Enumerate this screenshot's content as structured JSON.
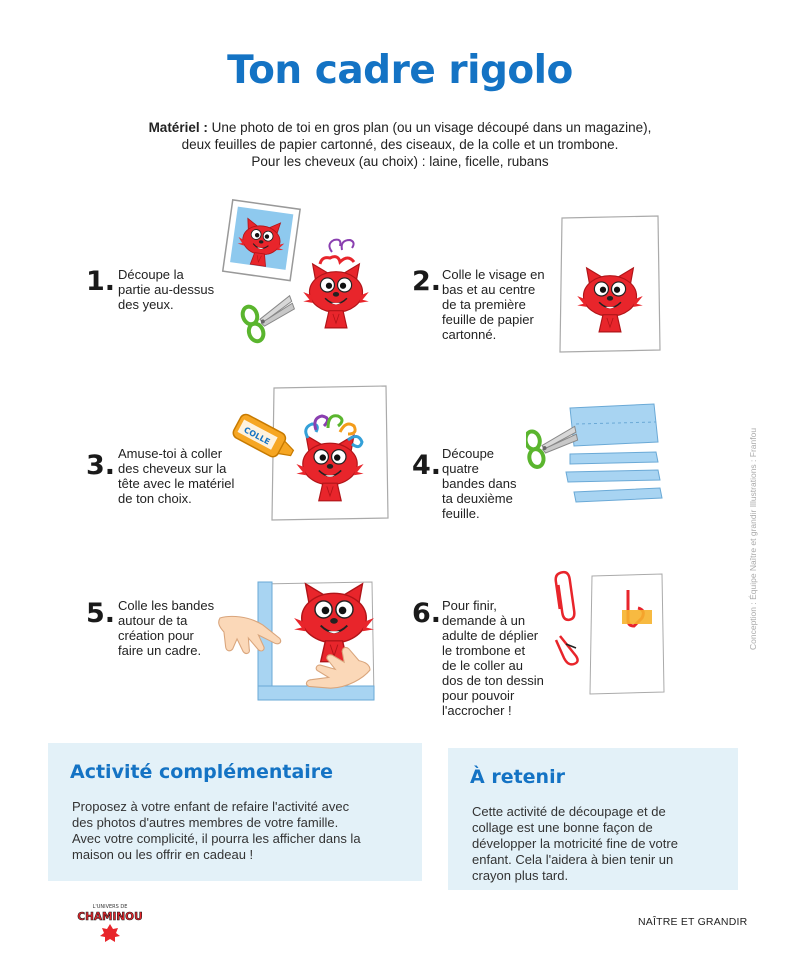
{
  "title": "Ton cadre rigolo",
  "materials": {
    "label": "Matériel :",
    "line1": "Une photo de toi en gros plan (ou un visage découpé dans un magazine),",
    "line2": "deux feuilles de papier cartonné, des ciseaux, de la colle et un trombone.",
    "line3": "Pour les cheveux (au choix) : laine, ficelle, rubans"
  },
  "steps": [
    {
      "number": "1.",
      "lines": [
        "Découpe la",
        "partie au-dessus",
        "des yeux."
      ]
    },
    {
      "number": "2.",
      "lines": [
        "Colle le visage en",
        "bas et au centre",
        "de ta première",
        "feuille de papier",
        "cartonné."
      ]
    },
    {
      "number": "3.",
      "lines": [
        "Amuse-toi à coller",
        "des cheveux sur la",
        "tête avec le matériel",
        "de ton choix."
      ]
    },
    {
      "number": "4.",
      "lines": [
        "Découpe",
        "quatre",
        "bandes dans",
        "ta deuxième",
        "feuille."
      ]
    },
    {
      "number": "5.",
      "lines": [
        "Colle les bandes",
        "autour de ta",
        "création pour",
        "faire un cadre."
      ]
    },
    {
      "number": "6.",
      "lines": [
        "Pour finir,",
        "demande à un",
        "adulte de déplier",
        "le trombone et",
        "de le coller au",
        "dos de ton dessin",
        "pour pouvoir",
        "l'accrocher !"
      ]
    }
  ],
  "glue_label": "COLLE",
  "credit": "Conception : Équipe Naître et grandir   Illustrations : Franfou",
  "complementary": {
    "title": "Activité complémentaire",
    "lines": [
      "Proposez à votre enfant de refaire l'activité avec",
      "des photos d'autres membres de votre famille.",
      "Avec votre complicité, il pourra les afficher dans la",
      "maison ou les offrir en cadeau !"
    ]
  },
  "remember": {
    "title": "À retenir",
    "lines": [
      "Cette activité de découpage et de",
      "collage est une bonne façon de",
      "développer la motricité fine de votre",
      "enfant. Cela l'aidera à bien tenir un",
      "crayon plus tard."
    ]
  },
  "logo": {
    "top": "L'UNIVERS DE",
    "name": "CHAMINOU"
  },
  "footer": "NAÎTRE ET GRANDIR",
  "colors": {
    "title_blue": "#1473c4",
    "box_bg": "#e3f1f8",
    "cat_red": "#e8252b",
    "scissors_green": "#5ab52e",
    "paper_blue": "#a8d4f2"
  }
}
